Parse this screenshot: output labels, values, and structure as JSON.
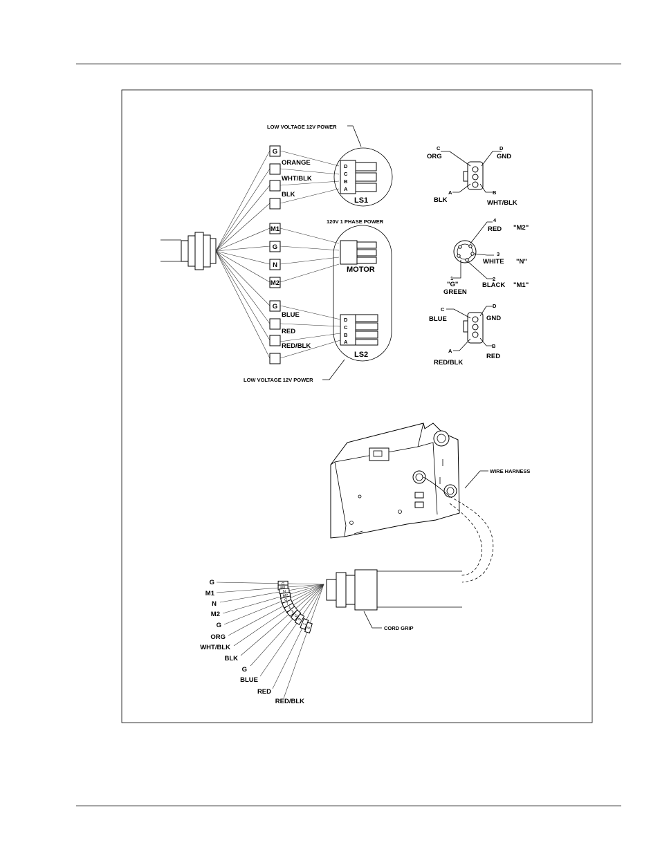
{
  "harness": {
    "top_labels": {
      "ls1_power": "LOW VOLTAGE 12V POWER",
      "motor_power": "120V 1 PHASE POWER",
      "ls2_power": "LOW VOLTAGE 12V POWER"
    },
    "boxes": [
      "G",
      "",
      "",
      "",
      "M1",
      "G",
      "N",
      "M2",
      "G",
      "",
      "",
      ""
    ],
    "wires_ls1": [
      "ORANGE",
      "WHT/BLK",
      "BLK"
    ],
    "wires_ls2": [
      "BLUE",
      "RED",
      "RED/BLK"
    ],
    "ls1_letters": [
      "D",
      "C",
      "B",
      "A"
    ],
    "ls2_letters": [
      "D",
      "C",
      "B",
      "A"
    ],
    "connectors": {
      "ls1": "LS1",
      "motor": "MOTOR",
      "ls2": "LS2"
    }
  },
  "pinouts": {
    "ls1": {
      "c": "C",
      "c_color": "ORG",
      "d": "D",
      "d_color": "GND",
      "a": "A",
      "a_color": "BLK",
      "b": "B",
      "b_color": "WHT/BLK"
    },
    "motor": {
      "p4": "4",
      "p4_color": "RED",
      "p4_tag": "\"M2\"",
      "p3": "3",
      "p3_color": "WHITE",
      "p3_tag": "\"N\"",
      "p2": "2",
      "p2_color": "BLACK",
      "p2_tag": "\"M1\"",
      "p1": "1",
      "p1_tag": "\"G\"",
      "p1_color": "GREEN"
    },
    "ls2": {
      "c": "C",
      "c_color": "BLUE",
      "d": "D",
      "d_color": "GND",
      "a": "A",
      "a_color": "RED/BLK",
      "b": "B",
      "b_color": "RED"
    }
  },
  "assembly": {
    "wire_harness": "WIRE HARNESS",
    "cord_grip": "CORD GRIP",
    "lead_labels": [
      "G",
      "M1",
      "N",
      "M2",
      "G",
      "ORG",
      "WHT/BLK",
      "BLK",
      "G",
      "BLUE",
      "RED",
      "RED/BLK"
    ],
    "tag_labels": [
      "G",
      "M1",
      "N",
      "M2",
      "G",
      "7",
      "4",
      "3",
      "G",
      "9",
      "1",
      "6"
    ]
  }
}
